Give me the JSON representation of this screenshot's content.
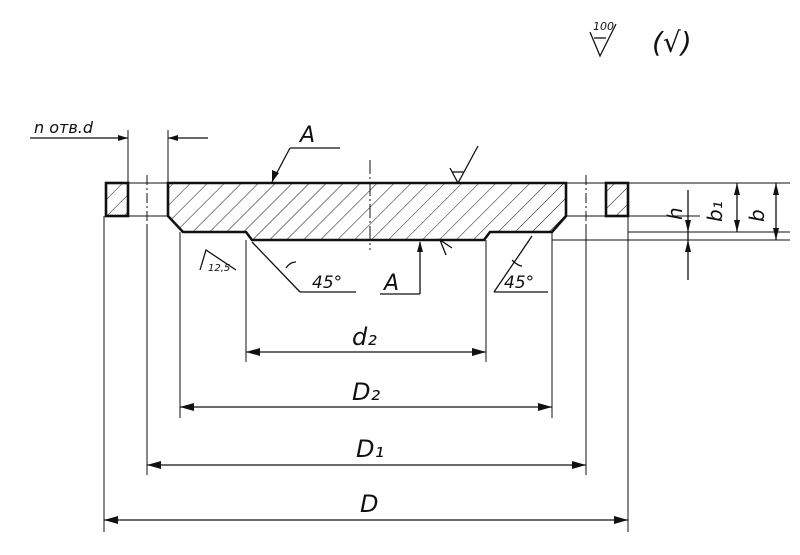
{
  "roughness": {
    "value": "100",
    "bracket_symbol": "(√)"
  },
  "labels": {
    "holes": "n отв.d",
    "section_a_top": "A",
    "section_a_bottom": "A",
    "roughness_12_5": "12,5",
    "chamfer_left": "45°",
    "chamfer_right": "45°"
  },
  "dimensions": {
    "d2": "d₂",
    "D2": "D₂",
    "D1": "D₁",
    "D": "D",
    "h": "h",
    "b1": "b₁",
    "b": "b"
  }
}
